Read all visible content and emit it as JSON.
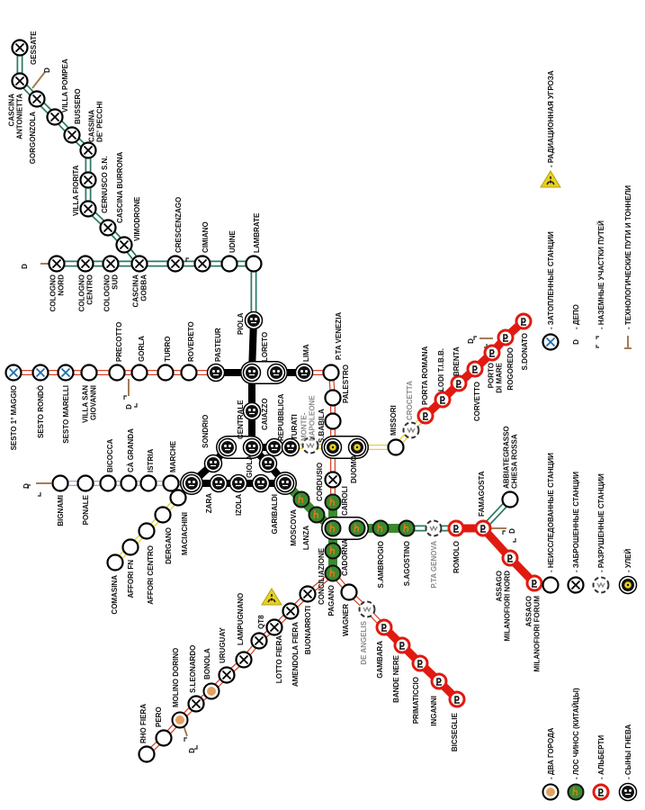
{
  "colors": {
    "line_red": "#d2452a",
    "line_teal": "#2b7a68",
    "line_yellow": "#e6cf3c",
    "line_lilac": "#a6a6cc",
    "wrath_black": "#000000",
    "loschinos_green": "#3b8a2e",
    "alberti_red": "#e01a10",
    "flooded_blue": "#1c6fb0",
    "tech_tan": "#a57c55",
    "radiation_yellow": "#e8d020"
  },
  "stations": [
    {
      "id": "gessate",
      "name": "GESSATE",
      "type": "abandoned"
    },
    {
      "id": "cascina_antonietta",
      "name": "CASCINA\nANTONIETTA",
      "type": "abandoned"
    },
    {
      "id": "gorgonzola",
      "name": "GORGONZOLA",
      "type": "abandoned"
    },
    {
      "id": "villa_pompea",
      "name": "VILLA POMPEA",
      "type": "abandoned"
    },
    {
      "id": "bussero",
      "name": "BUSSERO",
      "type": "abandoned"
    },
    {
      "id": "cassina_pecchi",
      "name": "CASSINA\nDE' PECCHI",
      "type": "abandoned"
    },
    {
      "id": "cernusco",
      "name": "CERNUSCO S.N.",
      "type": "abandoned"
    },
    {
      "id": "villa_fiorita",
      "name": "VILLA FIORITA",
      "type": "abandoned"
    },
    {
      "id": "cascina_burrona",
      "name": "CASCINA BURRONA",
      "type": "abandoned"
    },
    {
      "id": "vimodrone",
      "name": "VIMODRONE",
      "type": "abandoned"
    },
    {
      "id": "cascina_gobba",
      "name": "CASCINA\nGOBBA",
      "type": "abandoned"
    },
    {
      "id": "cologno_sud",
      "name": "COLOGNO\nSUD",
      "type": "abandoned"
    },
    {
      "id": "cologno_centro",
      "name": "COLOGNO\nCENTRO",
      "type": "abandoned"
    },
    {
      "id": "cologno_nord",
      "name": "COLOGNO\nNORD",
      "type": "abandoned"
    },
    {
      "id": "crescenzago",
      "name": "CRESCENZAGO",
      "type": "abandoned"
    },
    {
      "id": "cimiano",
      "name": "CIMIANO",
      "type": "abandoned"
    },
    {
      "id": "udine",
      "name": "UDINE",
      "type": "unexplored"
    },
    {
      "id": "lambrate",
      "name": "LAMBRATE",
      "type": "unexplored"
    },
    {
      "id": "piola",
      "name": "PIOLA",
      "type": "wrath"
    },
    {
      "id": "sesto1",
      "name": "SESTO 1° MAGGIO",
      "type": "flooded"
    },
    {
      "id": "sesto_rondo",
      "name": "SESTO RONDÒ",
      "type": "flooded"
    },
    {
      "id": "sesto_marelli",
      "name": "SESTO MARELLI",
      "type": "flooded"
    },
    {
      "id": "villa_san_giovanni",
      "name": "VILLA SAN\nGIOVANNI",
      "type": "unexplored"
    },
    {
      "id": "precotto",
      "name": "PRECOTTO",
      "type": "unexplored"
    },
    {
      "id": "gorla",
      "name": "GORLA",
      "type": "unexplored"
    },
    {
      "id": "turro",
      "name": "TURRO",
      "type": "unexplored"
    },
    {
      "id": "rovereto",
      "name": "ROVERETO",
      "type": "unexplored"
    },
    {
      "id": "pasteur",
      "name": "PASTEUR",
      "type": "wrath"
    },
    {
      "id": "loreto",
      "name": "LORETO",
      "type": "wrath"
    },
    {
      "id": "loreto_b",
      "name": "",
      "type": "wrath"
    },
    {
      "id": "lima",
      "name": "LIMA",
      "type": "wrath"
    },
    {
      "id": "pta_venezia",
      "name": "P.TA VENEZIA",
      "type": "unexplored"
    },
    {
      "id": "palestro",
      "name": "PALESTRO",
      "type": "unexplored"
    },
    {
      "id": "line1_unnamed",
      "name": "",
      "type": "unexplored"
    },
    {
      "id": "s_babila",
      "name": "S.BABILA",
      "type": "hive"
    },
    {
      "id": "cordusio",
      "name": "CORDUSIO",
      "type": "abandoned"
    },
    {
      "id": "cairoli",
      "name": "CAIROLI",
      "type": "loschinos"
    },
    {
      "id": "cadorna",
      "name": "CADORNA",
      "type": "loschinos"
    },
    {
      "id": "conciliazione",
      "name": "CONCILIAZIONE",
      "type": "loschinos"
    },
    {
      "id": "pagano",
      "name": "PAGANO",
      "type": "loschinos"
    },
    {
      "id": "buonarroti",
      "name": "BUONARROTI",
      "type": "abandoned"
    },
    {
      "id": "amendola",
      "name": "AMENDOLA FIERA",
      "type": "abandoned"
    },
    {
      "id": "lotto",
      "name": "LOTTO FIERA",
      "type": "abandoned"
    },
    {
      "id": "qt8",
      "name": "QT8",
      "type": "abandoned"
    },
    {
      "id": "lampugnano",
      "name": "LAMPUGNANO",
      "type": "abandoned"
    },
    {
      "id": "uruguay",
      "name": "URUGUAY",
      "type": "abandoned"
    },
    {
      "id": "bonola",
      "name": "BONOLA",
      "type": "twocities"
    },
    {
      "id": "s_leonardo",
      "name": "S.LEONARDO",
      "type": "abandoned"
    },
    {
      "id": "molino_dorino",
      "name": "MOLINO DORINO",
      "type": "twocities"
    },
    {
      "id": "pero",
      "name": "PERO",
      "type": "unexplored"
    },
    {
      "id": "rho_fiera",
      "name": "RHO FIERA",
      "type": "unexplored"
    },
    {
      "id": "wagner",
      "name": "WAGNER",
      "type": "unexplored"
    },
    {
      "id": "de_angelis",
      "name": "DE ANGELIS",
      "type": "ruined"
    },
    {
      "id": "gambara",
      "name": "GAMBARA",
      "type": "alberti"
    },
    {
      "id": "bande_nere",
      "name": "BANDE NERE",
      "type": "alberti"
    },
    {
      "id": "primaticcio",
      "name": "PRIMATICCIO",
      "type": "alberti"
    },
    {
      "id": "inganni",
      "name": "INGANNI",
      "type": "alberti"
    },
    {
      "id": "bisceglie",
      "name": "BICSEGLIE",
      "type": "alberti"
    },
    {
      "id": "moscova",
      "name": "MOSCOVA",
      "type": "loschinos"
    },
    {
      "id": "lanza",
      "name": "LANZA",
      "type": "loschinos"
    },
    {
      "id": "cadorna_b",
      "name": "",
      "type": "loschinos"
    },
    {
      "id": "s_ambrogio",
      "name": "S.AMBROGIO",
      "type": "loschinos"
    },
    {
      "id": "s_agostino",
      "name": "S.AGOSTINO",
      "type": "loschinos"
    },
    {
      "id": "pta_genova",
      "name": "P.TA GENOVA",
      "type": "ruined"
    },
    {
      "id": "romolo",
      "name": "ROMOLO",
      "type": "alberti"
    },
    {
      "id": "famagosta",
      "name": "FAMAGOSTA",
      "type": "alberti"
    },
    {
      "id": "abbiategrasso",
      "name": "ABBIATEGRASSO\nCHIESA ROSSA",
      "type": "unexplored"
    },
    {
      "id": "assago_nord",
      "name": "ASSAGO\nMILANOFIORI NORD",
      "type": "alberti"
    },
    {
      "id": "assago_forum",
      "name": "ASSAGO\nMILANOFIORI FORUM",
      "type": "alberti"
    },
    {
      "id": "comasina",
      "name": "COMASINA",
      "type": "unexplored"
    },
    {
      "id": "affori_fn",
      "name": "AFFORI FN",
      "type": "unexplored"
    },
    {
      "id": "affori_centro",
      "name": "AFFORI CENTRO",
      "type": "unexplored"
    },
    {
      "id": "dergano",
      "name": "DERGANO",
      "type": "unexplored"
    },
    {
      "id": "maciachini",
      "name": "MACIACHINI",
      "type": "unexplored"
    },
    {
      "id": "zara",
      "name": "ZARA",
      "type": "wrath"
    },
    {
      "id": "zara_b",
      "name": "",
      "type": "wrath"
    },
    {
      "id": "isola",
      "name": "IZOLA",
      "type": "wrath"
    },
    {
      "id": "isola_b",
      "name": "",
      "type": "wrath"
    },
    {
      "id": "garibaldi",
      "name": "GARIBALDI",
      "type": "wrath"
    },
    {
      "id": "gioia",
      "name": "GIOLA",
      "type": "wrath"
    },
    {
      "id": "sondrio",
      "name": "SONDRIO",
      "type": "wrath"
    },
    {
      "id": "centrale",
      "name": "CENTRALE",
      "type": "wrath"
    },
    {
      "id": "centrale_b",
      "name": "",
      "type": "wrath"
    },
    {
      "id": "caiazzo",
      "name": "CAIAZZO",
      "type": "wrath"
    },
    {
      "id": "repubblica",
      "name": "REPUBBLICA",
      "type": "wrath"
    },
    {
      "id": "turati",
      "name": "TURATI",
      "type": "wrath"
    },
    {
      "id": "montenapoleone",
      "name": "MONTE-\nNAPOLEONE",
      "type": "ruined"
    },
    {
      "id": "duomo",
      "name": "DUOMO",
      "type": "hive"
    },
    {
      "id": "missori",
      "name": "MISSORI",
      "type": "unexplored"
    },
    {
      "id": "crocetta",
      "name": "CROCETTA",
      "type": "ruined"
    },
    {
      "id": "porta_romana",
      "name": "PORTA ROMANA",
      "type": "alberti"
    },
    {
      "id": "lodi",
      "name": "LODI T.I.B.B.",
      "type": "alberti"
    },
    {
      "id": "brenta",
      "name": "BRENTA",
      "type": "alberti"
    },
    {
      "id": "corvetto",
      "name": "CORVETTO",
      "type": "alberti"
    },
    {
      "id": "porto_di_mare",
      "name": "PORTO\nDI MARE",
      "type": "alberti"
    },
    {
      "id": "rogoredo",
      "name": "ROGOREDO",
      "type": "alberti"
    },
    {
      "id": "s_donato",
      "name": "S.DONATO",
      "type": "alberti"
    },
    {
      "id": "bignami",
      "name": "BIGNAMI",
      "type": "unexplored"
    },
    {
      "id": "ponale",
      "name": "PONALE",
      "type": "unexplored"
    },
    {
      "id": "bicocca",
      "name": "BICOCCA",
      "type": "unexplored"
    },
    {
      "id": "ca_granda",
      "name": "CÀ GRANDA",
      "type": "unexplored"
    },
    {
      "id": "istria",
      "name": "ISTRIA",
      "type": "unexplored"
    },
    {
      "id": "marche",
      "name": "MARCHE",
      "type": "unexplored"
    }
  ],
  "tracks": [
    {
      "kind": "teal",
      "stations": [
        "gessate",
        "cascina_antonietta",
        "gorgonzola",
        "villa_pompea",
        "bussero",
        "cassina_pecchi",
        "cernusco",
        "villa_fiorita",
        "cascina_burrona",
        "vimodrone",
        "cascina_gobba"
      ]
    },
    {
      "kind": "teal",
      "stations": [
        "cologno_nord",
        "cologno_centro",
        "cologno_sud",
        "cascina_gobba",
        "crescenzago",
        "cimiano",
        "udine",
        "lambrate",
        "piola"
      ]
    },
    {
      "kind": "teal",
      "stations": [
        "famagosta",
        "abbiategrasso"
      ]
    },
    {
      "kind": "teal",
      "stations": [
        "s_agostino",
        "pta_genova",
        "romolo"
      ]
    },
    {
      "kind": "red",
      "stations": [
        "sesto1",
        "sesto_rondo",
        "sesto_marelli",
        "villa_san_giovanni",
        "precotto",
        "gorla",
        "turro",
        "rovereto",
        "pasteur"
      ]
    },
    {
      "kind": "red",
      "stations": [
        "lima",
        "pta_venezia",
        "palestro",
        "line1_unnamed",
        "s_babila",
        "cordusio",
        "cairoli",
        "cadorna",
        "conciliazione",
        "pagano"
      ]
    },
    {
      "kind": "red",
      "stations": [
        "pagano",
        "buonarroti",
        "amendola",
        "lotto",
        "qt8",
        "lampugnano",
        "uruguay",
        "bonola",
        "s_leonardo",
        "molino_dorino",
        "pero",
        "rho_fiera"
      ]
    },
    {
      "kind": "red",
      "stations": [
        "pagano",
        "wagner",
        "de_angelis",
        "gambara"
      ]
    },
    {
      "kind": "yellow",
      "stations": [
        "comasina",
        "affori_fn",
        "affori_centro",
        "dergano",
        "maciachini",
        "zara",
        "sondrio",
        "centrale"
      ]
    },
    {
      "kind": "yellow",
      "stations": [
        "turati",
        "montenapoleone",
        "s_babila",
        "duomo",
        "missori",
        "crocetta",
        "porta_romana"
      ]
    },
    {
      "kind": "lilac",
      "stations": [
        "bignami",
        "ponale",
        "bicocca",
        "ca_granda",
        "istria",
        "marche",
        "zara"
      ]
    },
    {
      "kind": "black",
      "stations": [
        "piola",
        "loreto",
        "caiazzo",
        "centrale_b",
        "gioia",
        "garibaldi"
      ]
    },
    {
      "kind": "black",
      "stations": [
        "pasteur",
        "loreto",
        "loreto_b",
        "lima"
      ]
    },
    {
      "kind": "black",
      "stations": [
        "centrale",
        "centrale_b",
        "repubblica",
        "turati"
      ]
    },
    {
      "kind": "black",
      "stations": [
        "centrale",
        "sondrio",
        "zara"
      ]
    },
    {
      "kind": "black",
      "stations": [
        "zara",
        "zara_b",
        "isola",
        "isola_b",
        "garibaldi"
      ]
    },
    {
      "kind": "green",
      "stations": [
        "garibaldi",
        "moscova",
        "lanza",
        "cadorna",
        "cadorna_b",
        "s_ambrogio",
        "s_agostino"
      ]
    },
    {
      "kind": "green",
      "stations": [
        "cairoli",
        "cadorna",
        "conciliazione",
        "pagano"
      ]
    },
    {
      "kind": "alberti",
      "stations": [
        "gambara",
        "bande_nere",
        "primaticcio",
        "inganni",
        "bisceglie"
      ]
    },
    {
      "kind": "alberti",
      "stations": [
        "romolo",
        "famagosta",
        "assago_nord",
        "assago_forum"
      ]
    },
    {
      "kind": "alberti",
      "stations": [
        "porta_romana",
        "lodi",
        "brenta",
        "corvetto",
        "porto_di_mare",
        "rogoredo",
        "s_donato"
      ]
    }
  ],
  "depot_label": "D",
  "legend": [
    {
      "icon": "twocities",
      "text": "- ДВА ГОРОДА"
    },
    {
      "icon": "loschinos",
      "text": "- ЛОС ЧИНОС (КИТАЙЦЫ)"
    },
    {
      "icon": "alberti",
      "text": "- АЛЬБЕРТИ"
    },
    {
      "icon": "wrath",
      "text": "- СЫНЫ ГНЕВА"
    },
    {
      "icon": "unexplored",
      "text": "- НЕИССЛЕДОВАННЫЕ СТАНЦИИ"
    },
    {
      "icon": "abandoned",
      "text": "- ЗАБРОШЕННЫЕ СТАНЦИИ"
    },
    {
      "icon": "ruined",
      "text": "- РАЗРУШЕННЫЕ СТАНЦИИ"
    },
    {
      "icon": "hive",
      "text": "- УЛЕЙ"
    },
    {
      "icon": "flooded",
      "text": "- ЗАТОПЛЕННЫЕ СТАНЦИИ"
    },
    {
      "icon": "depot",
      "text": "- ДЕПО"
    },
    {
      "icon": "ground",
      "text": "- НАЗЕМНЫЕ УЧАСТКИ ПУТЕЙ"
    },
    {
      "icon": "tech",
      "text": "- ТЕХНОЛОГИЧЕСКИЕ ПУТИ И ТОННЕЛИ"
    },
    {
      "icon": "radiation",
      "text": "- РАДИАЦИОННАЯ УГРОЗА"
    }
  ]
}
